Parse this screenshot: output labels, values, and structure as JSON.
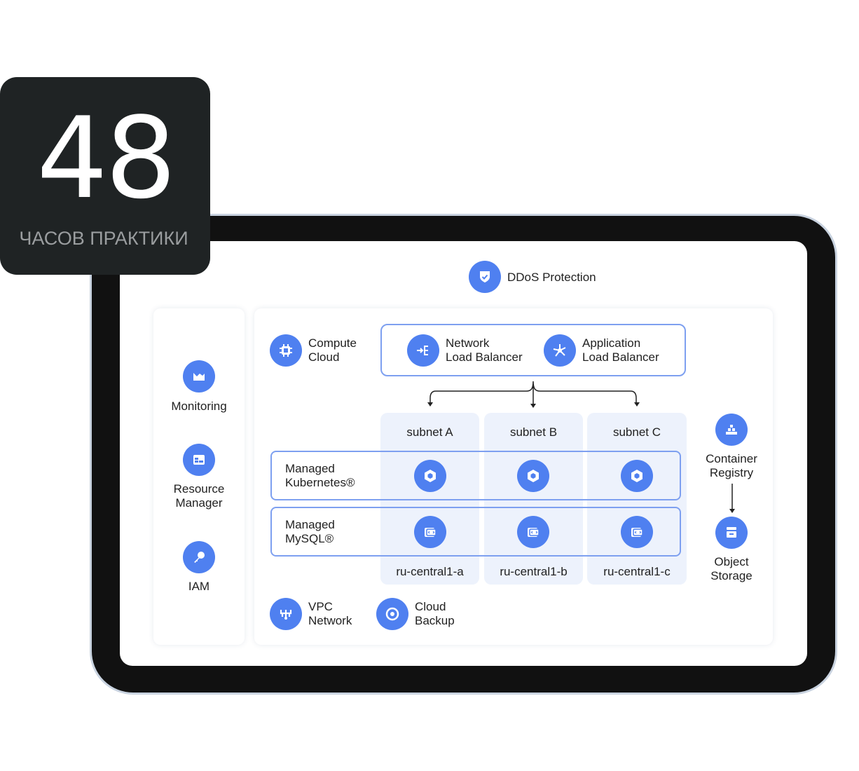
{
  "badge": {
    "number": "48",
    "caption": "ЧАСОВ ПРАКТИКИ"
  },
  "top": {
    "ddos": "DDoS Protection"
  },
  "sidebar": {
    "monitoring": "Monitoring",
    "resource_manager_1": "Resource",
    "resource_manager_2": "Manager",
    "iam": "IAM"
  },
  "main": {
    "compute_1": "Compute",
    "compute_2": "Cloud",
    "nlb_1": "Network",
    "nlb_2": "Load Balancer",
    "alb_1": "Application",
    "alb_2": "Load Balancer",
    "subnets": [
      "subnet A",
      "subnet B",
      "subnet C"
    ],
    "zones": [
      "ru-central1-a",
      "ru-central1-b",
      "ru-central1-c"
    ],
    "k8s_1": "Managed",
    "k8s_2": "Kubernetes®",
    "mysql_1": "Managed",
    "mysql_2": "MySQL®",
    "vpc_1": "VPC",
    "vpc_2": "Network",
    "backup_1": "Cloud",
    "backup_2": "Backup",
    "registry_1": "Container",
    "registry_2": "Registry",
    "storage_1": "Object",
    "storage_2": "Storage"
  },
  "colors": {
    "accent": "#4f80f0",
    "subnet_bg": "#edf2fc",
    "badge_bg": "#1f2324"
  }
}
